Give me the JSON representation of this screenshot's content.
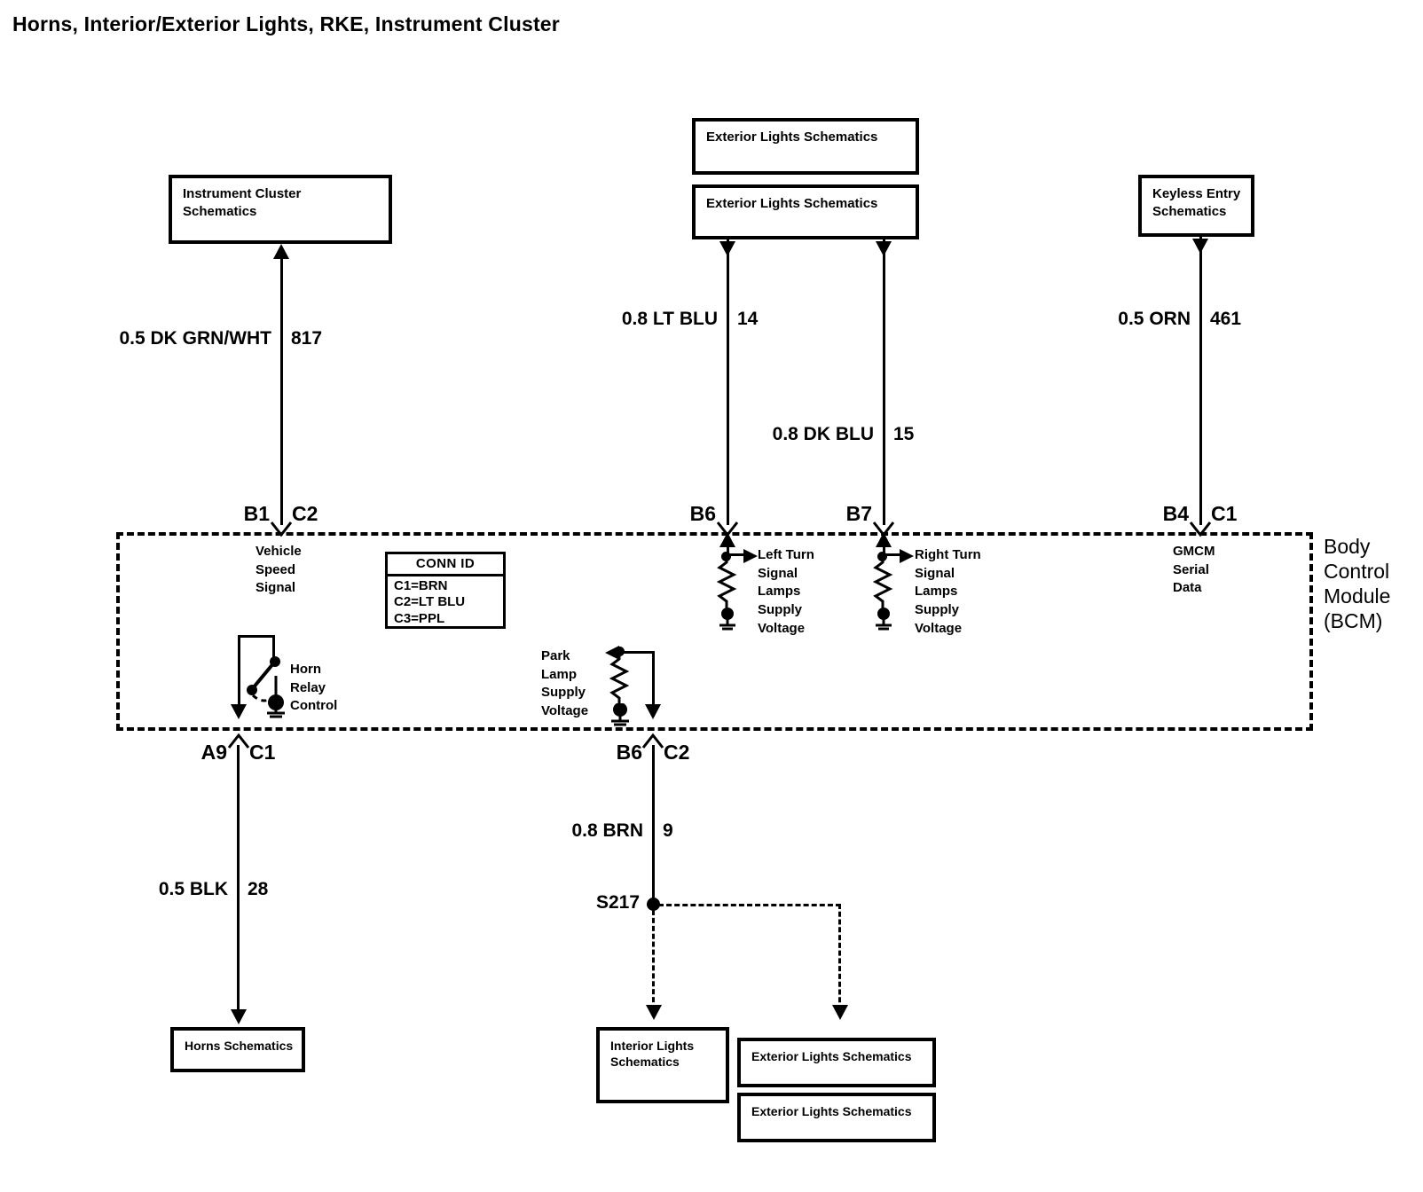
{
  "title": "Horns, Interior/Exterior Lights, RKE, Instrument Cluster",
  "module": {
    "name": "Body Control Module (BCM)",
    "conn_id": {
      "header": "CONN ID",
      "rows": "C1=BRN\nC2=LT BLU\nC3=PPL"
    },
    "functions": [
      {
        "id": "vehicle-speed-signal",
        "text": "Vehicle\nSpeed\nSignal"
      },
      {
        "id": "left-turn-signal",
        "text": "Left Turn\nSignal\nLamps\nSupply\nVoltage"
      },
      {
        "id": "right-turn-signal",
        "text": "Right Turn\nSignal\nLamps\nSupply\nVoltage"
      },
      {
        "id": "gmcm-serial-data",
        "text": "GMCM\nSerial\nData"
      },
      {
        "id": "horn-relay-control",
        "text": "Horn\nRelay\nControl"
      },
      {
        "id": "park-lamp-supply",
        "text": "Park\nLamp\nSupply\nVoltage"
      }
    ]
  },
  "reference_boxes": {
    "instrument_cluster": "Instrument Cluster\nSchematics",
    "exterior_lights_top_1": "Exterior Lights Schematics",
    "exterior_lights_top_2": "Exterior Lights Schematics",
    "keyless_entry": "Keyless Entry\nSchematics",
    "horns": "Horns Schematics",
    "interior_lights": "Interior Lights\nSchematics",
    "exterior_lights_bottom_1": "Exterior Lights Schematics",
    "exterior_lights_bottom_2": "Exterior Lights Schematics"
  },
  "wires": [
    {
      "id": "w817",
      "spec": "0.5 DK GRN/WHT",
      "circuit": "817"
    },
    {
      "id": "w14",
      "spec": "0.8 LT BLU",
      "circuit": "14"
    },
    {
      "id": "w15",
      "spec": "0.8 DK BLU",
      "circuit": "15"
    },
    {
      "id": "w461",
      "spec": "0.5 ORN",
      "circuit": "461"
    },
    {
      "id": "w28",
      "spec": "0.5 BLK",
      "circuit": "28"
    },
    {
      "id": "w9",
      "spec": "0.8 BRN",
      "circuit": "9"
    }
  ],
  "pins": [
    {
      "id": "p-b1",
      "terminal": "B1",
      "connector": "C2"
    },
    {
      "id": "p-b6-top",
      "terminal": "B6",
      "connector": ""
    },
    {
      "id": "p-b7",
      "terminal": "B7",
      "connector": ""
    },
    {
      "id": "p-b4",
      "terminal": "B4",
      "connector": "C1"
    },
    {
      "id": "p-a9",
      "terminal": "A9",
      "connector": "C1"
    },
    {
      "id": "p-b6-bot",
      "terminal": "B6",
      "connector": "C2"
    }
  ],
  "splice": {
    "id": "s217",
    "label": "S217"
  }
}
